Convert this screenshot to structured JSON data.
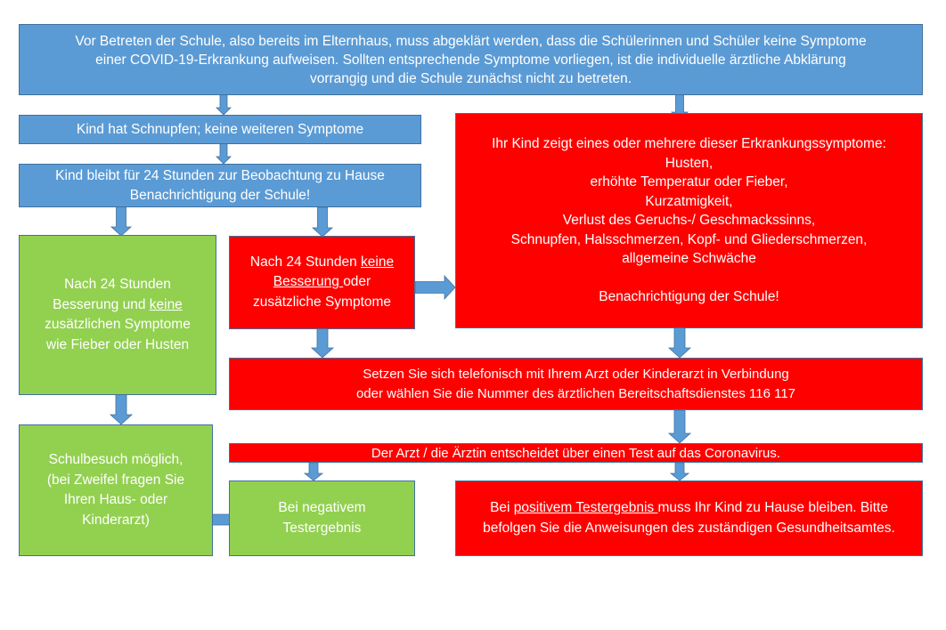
{
  "colors": {
    "blue": "#5b9bd5",
    "red": "#ff0000",
    "green": "#92d050",
    "arrow": "#5b9bd5",
    "text": "#ffffff"
  },
  "boxes": {
    "intro": {
      "text": "Vor Betreten der Schule, also bereits im Elternhaus, muss abgeklärt werden, dass die Schülerinnen und Schüler keine Symptome\neiner COVID-19-Erkrankung aufweisen. Sollten entsprechende Symptome vorliegen, ist die individuelle ärztliche Abklärung\nvorrangig und die Schule zunächst nicht zu betreten."
    },
    "runny_nose": {
      "text": "Kind hat Schnupfen; keine weiteren Symptome"
    },
    "stay_home": {
      "text": "Kind bleibt für 24 Stunden zur Beobachtung zu Hause\nBenachrichtigung der Schule!"
    },
    "symptoms": {
      "intro": "Ihr Kind zeigt eines oder mehrere dieser  Erkrankungssymptome:",
      "items": [
        "Husten,",
        "erhöhte Temperatur oder Fieber,",
        "Kurzatmigkeit,",
        "Verlust des Geruchs-/ Geschmackssinns,",
        "Schnupfen, Halsschmerzen, Kopf- und Gliederschmerzen,",
        "allgemeine Schwäche"
      ],
      "notice": "Benachrichtigung der Schule!"
    },
    "improvement": {
      "part1": "Nach 24 Stunden\nBesserung und ",
      "underlined": "keine",
      "part2": "\nzusätzlichen Symptome\nwie Fieber oder Husten"
    },
    "no_improvement": {
      "part1": "Nach 24 Stunden ",
      "underlined": "keine\nBesserung ",
      "part2": "oder\nzusätzliche Symptome"
    },
    "call_doctor": {
      "text": "Setzen Sie sich telefonisch mit Ihrem Arzt oder Kinderarzt in Verbindung\noder wählen Sie die Nummer des ärztlichen Bereitschaftsdienstes 116 117"
    },
    "doctor_decides": {
      "text": "Der Arzt / die Ärztin entscheidet über einen Test auf das Coronavirus."
    },
    "school_possible": {
      "text": "Schulbesuch möglich,\n(bei Zweifel fragen Sie\nIhren Haus- oder\nKinderarzt)"
    },
    "negative_result": {
      "text": "Bei negativem\nTestergebnis"
    },
    "positive_result": {
      "part1": "Bei ",
      "underlined": "positivem Testergebnis ",
      "part2": "muss Ihr Kind zu Hause bleiben. Bitte\nbefolgen Sie die Anweisungen des zuständigen Gesundheitsamtes."
    }
  }
}
